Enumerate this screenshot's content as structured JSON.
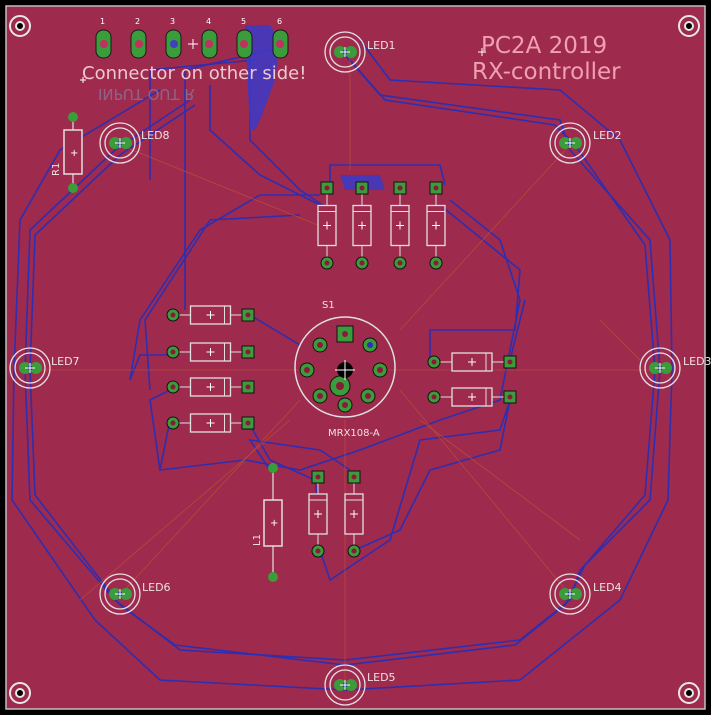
{
  "board": {
    "title_line1": "PC2A 2019",
    "title_line2": "RX-controller",
    "connector_note": "Connector on other side!",
    "mirrored_text": "INPUT OUT R",
    "switch_label": "S1",
    "switch_part": "MRX108-A",
    "resistor_label": "R1",
    "inductor_label": "L1",
    "colors": {
      "board": "#9e2a4e",
      "edge": "#c0c0c0",
      "track": "#2e2eb0",
      "copper_fill": "#3a3ac8",
      "pad": "#3a9c3a",
      "silk": "#e0e0e0",
      "airwire": "#c05030"
    }
  },
  "connector": {
    "pins": [
      "1",
      "2",
      "3",
      "4",
      "5",
      "6"
    ]
  },
  "leds": [
    {
      "label": "LED1"
    },
    {
      "label": "LED2"
    },
    {
      "label": "LED3"
    },
    {
      "label": "LED4"
    },
    {
      "label": "LED5"
    },
    {
      "label": "LED6"
    },
    {
      "label": "LED7"
    },
    {
      "label": "LED8"
    }
  ]
}
